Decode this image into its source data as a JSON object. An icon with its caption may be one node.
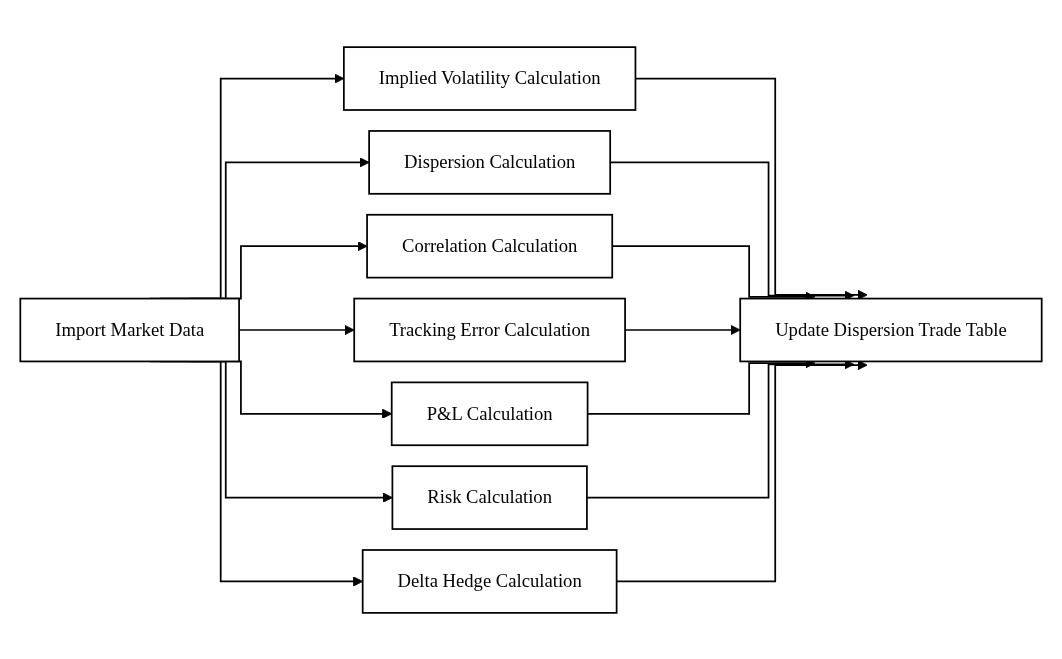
{
  "diagram": {
    "nodes": [
      {
        "text": [
          "Import Market Data"
        ]
      },
      {
        "text": [
          "Implied Volatility Calculation"
        ]
      },
      {
        "text": [
          "Dispersion Calculation"
        ]
      },
      {
        "text": [
          "Correlation  Calculation"
        ]
      },
      {
        "text": [
          "Tracking Error Calculation"
        ]
      },
      {
        "text": [
          "P&L Calculation"
        ]
      },
      {
        "text": [
          "Risk Calculation"
        ]
      },
      {
        "text": [
          "Delta Hedge Calculation"
        ]
      },
      {
        "text": [
          "Update Dispersion Trade Table"
        ]
      }
    ],
    "edges": [
      {
        "from": 0,
        "to": 1,
        "arrow": "to"
      },
      {
        "from": 0,
        "to": 2,
        "arrow": "to"
      },
      {
        "from": 0,
        "to": 3,
        "arrow": "to"
      },
      {
        "from": 0,
        "to": 4,
        "arrow": "to"
      },
      {
        "from": 0,
        "to": 5,
        "arrow": "to"
      },
      {
        "from": 0,
        "to": 6,
        "arrow": "to"
      },
      {
        "from": 0,
        "to": 7,
        "arrow": "to"
      },
      {
        "from": 1,
        "to": 8,
        "arrow": "to"
      },
      {
        "from": 2,
        "to": 8,
        "arrow": "to"
      },
      {
        "from": 3,
        "to": 8,
        "arrow": "to"
      },
      {
        "from": 4,
        "to": 8,
        "arrow": "to"
      },
      {
        "from": 5,
        "to": 8,
        "arrow": "to"
      },
      {
        "from": 6,
        "to": 8,
        "arrow": "to"
      },
      {
        "from": 7,
        "to": 8,
        "arrow": "to"
      }
    ]
  }
}
